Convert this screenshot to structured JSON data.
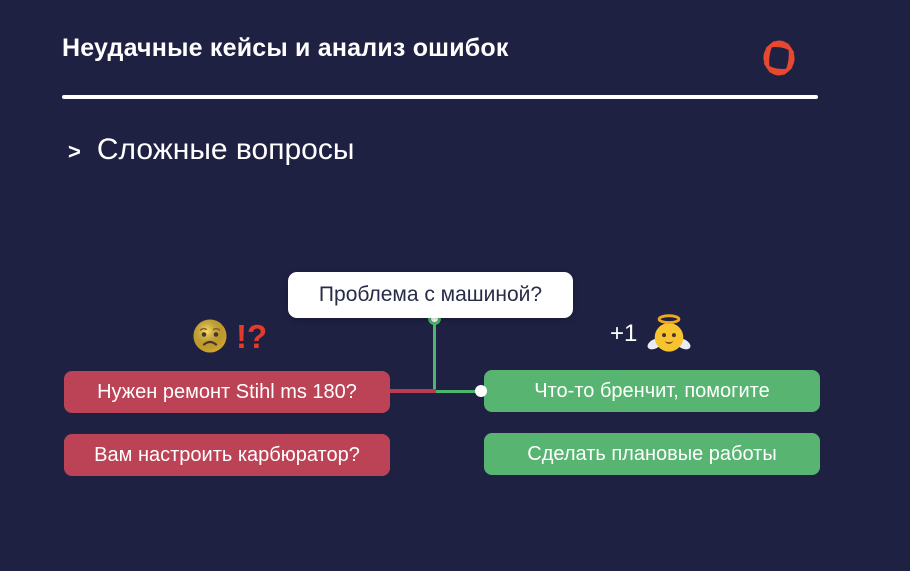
{
  "slide": {
    "title": "Неудачные кейсы и анализ ошибок",
    "logo": "anger-symbol",
    "section": {
      "bullet": ">",
      "heading": "Сложные вопросы"
    }
  },
  "diagram": {
    "question": "Проблема с машиной?",
    "negative": {
      "emoji": "worried-face",
      "marker": "!?",
      "replies": [
        "Нужен ремонт Stihl ms 180?",
        "Вам настроить карбюратор?"
      ]
    },
    "positive": {
      "label": "+1",
      "emoji": "baby-angel",
      "replies": [
        "Что-то бренчит, помогите",
        "Сделать плановые работы"
      ]
    }
  },
  "colors": {
    "background": "#1f2143",
    "accent_red": "#e6492f",
    "box_red": "#bc4356",
    "box_green": "#57b471",
    "line_red": "#b83b51",
    "line_green": "#4db56e",
    "question_box": "#ffffff",
    "question_text": "#272c49",
    "text_light": "#ffffff"
  }
}
